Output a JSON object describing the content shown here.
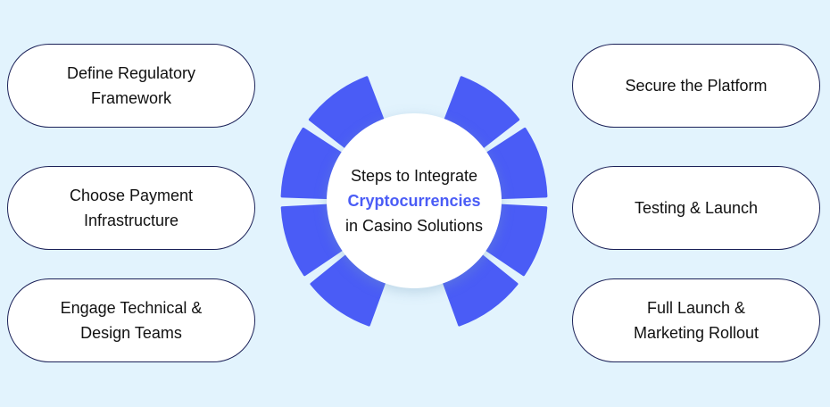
{
  "colors": {
    "background": "#e2f3fd",
    "segment": "#4a5cf6",
    "border": "#1b2158"
  },
  "center": {
    "line1": "Steps to Integrate",
    "line2": "Cryptocurrencies",
    "line3": "in Casino Solutions"
  },
  "left_steps": [
    {
      "line1": "Define Regulatory",
      "line2": "Framework"
    },
    {
      "line1": "Choose Payment",
      "line2": "Infrastructure"
    },
    {
      "line1": "Engage Technical &",
      "line2": "Design Teams"
    }
  ],
  "right_steps": [
    {
      "line1": "Secure the Platform",
      "line2": ""
    },
    {
      "line1": "Testing & Launch",
      "line2": ""
    },
    {
      "line1": "Full Launch &",
      "line2": "Marketing Rollout"
    }
  ]
}
